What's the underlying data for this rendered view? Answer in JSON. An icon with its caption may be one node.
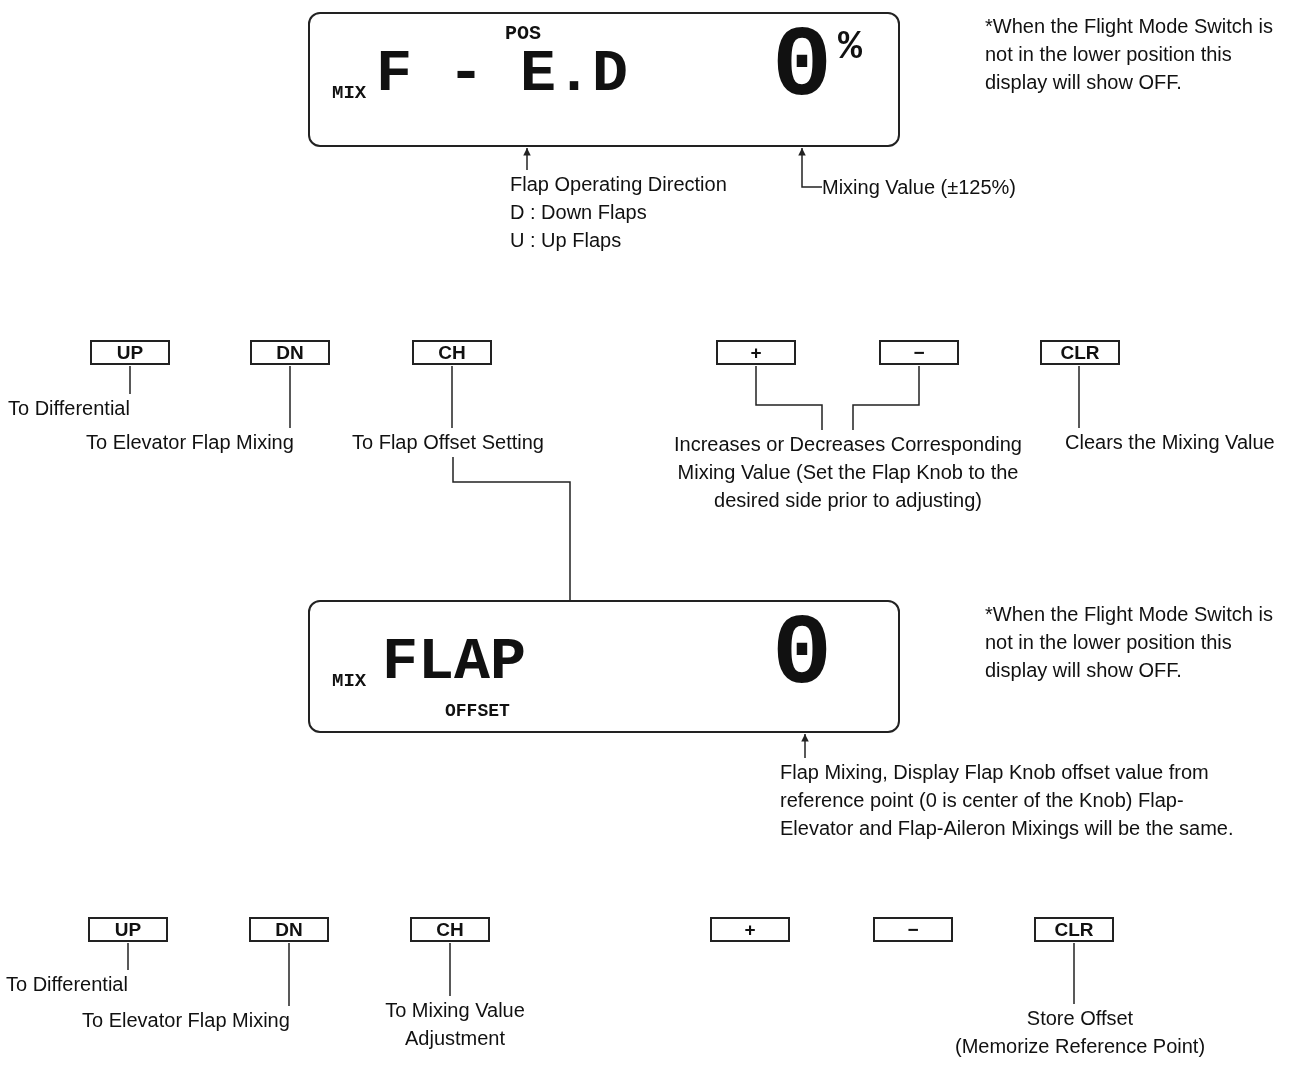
{
  "diagram": {
    "nodes": [
      {
        "text": [
          "POS",
          "MIX",
          "F - E.D",
          "0",
          "%"
        ]
      },
      {
        "text": [
          "Flap Operating Direction",
          "D : Down Flaps",
          "U : Up Flaps"
        ]
      },
      {
        "text": [
          "Mixing Value (±125%)"
        ]
      },
      {
        "text": [
          "UP"
        ]
      },
      {
        "text": [
          "DN"
        ]
      },
      {
        "text": [
          "CH"
        ]
      },
      {
        "text": [
          "+"
        ]
      },
      {
        "text": [
          "−"
        ]
      },
      {
        "text": [
          "CLR"
        ]
      },
      {
        "text": [
          "To Differential"
        ]
      },
      {
        "text": [
          "To Elevator Flap Mixing"
        ]
      },
      {
        "text": [
          "To Flap Offset Setting"
        ]
      },
      {
        "text": [
          "Increases or Decreases Corresponding Mixing Value (Set the Flap Knob to the desired side prior to adjusting)"
        ]
      },
      {
        "text": [
          "Clears the Mixing Value"
        ]
      },
      {
        "text": [
          "MIX",
          "FLAP",
          "0",
          "OFFSET"
        ]
      },
      {
        "text": [
          "Flap Mixing, Display Flap Knob offset value from reference point (0 is center of the Knob) Flap-Elevator and Flap-Aileron Mixings will be the same."
        ]
      },
      {
        "text": [
          "UP"
        ]
      },
      {
        "text": [
          "DN"
        ]
      },
      {
        "text": [
          "CH"
        ]
      },
      {
        "text": [
          "+"
        ]
      },
      {
        "text": [
          "−"
        ]
      },
      {
        "text": [
          "CLR"
        ]
      },
      {
        "text": [
          "To Differential"
        ]
      },
      {
        "text": [
          "To Elevator Flap Mixing"
        ]
      },
      {
        "text": [
          "To Mixing Value Adjustment"
        ]
      },
      {
        "text": [
          "Store Offset",
          "(Memorize Reference Point)"
        ]
      }
    ],
    "edges": [
      {
        "from": 1,
        "to": 0,
        "arrow": "to"
      },
      {
        "from": 2,
        "to": 0,
        "arrow": "to"
      },
      {
        "from": 3,
        "to": 9,
        "arrow": "none"
      },
      {
        "from": 4,
        "to": 10,
        "arrow": "none"
      },
      {
        "from": 5,
        "to": 11,
        "arrow": "none"
      },
      {
        "from": 6,
        "to": 12,
        "arrow": "none"
      },
      {
        "from": 7,
        "to": 12,
        "arrow": "none"
      },
      {
        "from": 8,
        "to": 13,
        "arrow": "none"
      },
      {
        "from": 11,
        "to": 14,
        "arrow": "none"
      },
      {
        "from": 15,
        "to": 14,
        "arrow": "to"
      },
      {
        "from": 16,
        "to": 22,
        "arrow": "none"
      },
      {
        "from": 17,
        "to": 23,
        "arrow": "none"
      },
      {
        "from": 18,
        "to": 24,
        "arrow": "none"
      },
      {
        "from": 21,
        "to": 25,
        "arrow": "none"
      }
    ],
    "labels": [
      "*When the Flight Mode Switch is not in the lower position this display will show OFF.",
      "*When the Flight Mode Switch is not in the lower position this display will show OFF."
    ]
  }
}
